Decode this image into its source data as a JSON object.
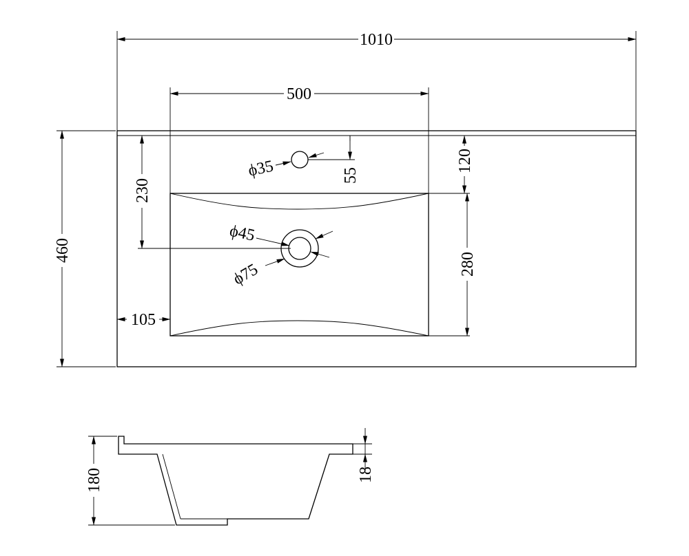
{
  "top_view": {
    "overall_width": "1010",
    "bowl_width": "500",
    "overall_depth": "460",
    "tap_hole_to_bowl_center_depth": "230",
    "tap_hole_to_bowl_edge": "120",
    "tap_hole_diameter": "ϕ35",
    "tap_hole_offset": "55",
    "drain_inner_diameter": "ϕ45",
    "drain_outer_diameter": "ϕ75",
    "bowl_depth": "280",
    "bowl_left_offset": "105"
  },
  "side_view": {
    "total_height": "180",
    "top_thickness": "18"
  }
}
